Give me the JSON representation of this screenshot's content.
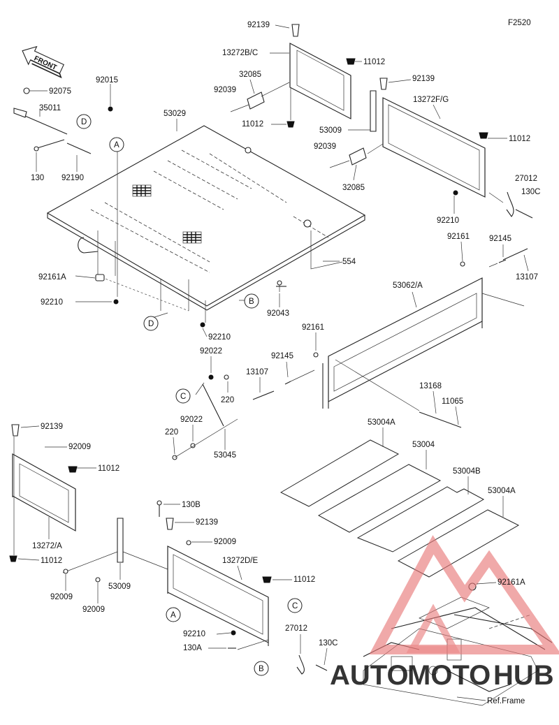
{
  "figure_code": "F2520",
  "front_label": "FRONT",
  "callouts": {
    "A": "A",
    "B": "B",
    "C": "C",
    "D": "D"
  },
  "labels": {
    "p92139_top": "92139",
    "p13272bc": "13272B/C",
    "p11012_top": "11012",
    "p32085_top": "32085",
    "p92039_top": "92039",
    "p11012_mid": "11012",
    "p92139_r": "92139",
    "p13272fg": "13272F/G",
    "p53009_top": "53009",
    "p11012_r": "11012",
    "p92039_r": "92039",
    "p32085_r": "32085",
    "p27012_top": "27012",
    "p130c_top": "130C",
    "p92210_r": "92210",
    "p92015": "92015",
    "p92075": "92075",
    "p35011": "35011",
    "p53029": "53029",
    "p130_left": "130",
    "p92190": "92190",
    "p92161a_left": "92161A",
    "p92210_left": "92210",
    "p554": "554",
    "p92043": "92043",
    "p92210_bottom": "92210",
    "p92161_a": "92161",
    "p92145_a": "92145",
    "p13107_a": "13107",
    "p53062a": "53062/A",
    "p92161_b": "92161",
    "p92145_b": "92145",
    "p13107_b": "13107",
    "p92022_a": "92022",
    "p220_a": "220",
    "p92022_b": "92022",
    "p220_b": "220",
    "p53045": "53045",
    "p13168": "13168",
    "p11065": "11065",
    "p53004a_1": "53004A",
    "p53004": "53004",
    "p53004b": "53004B",
    "p53004a_2": "53004A",
    "p92139_bl": "92139",
    "p92009_bl": "92009",
    "p11012_bl": "11012",
    "p13272a": "13272/A",
    "p11012_bl2": "11012",
    "p92009_bl2": "92009",
    "p92009_bl3": "92009",
    "p53009_bl": "53009",
    "p130b": "130B",
    "p92139_bm": "92139",
    "p92009_bm": "92009",
    "p13272de": "13272D/E",
    "p11012_bm": "11012",
    "p92210_bm": "92210",
    "p130a": "130A",
    "p27012_bm": "27012",
    "p130c_bm": "130C",
    "p92161a_bm": "92161A",
    "ref_frame": "Ref.Frame"
  },
  "watermark": {
    "part1": "AUTO",
    "part2": "MOTO",
    "part3": "HUB",
    "color_primary": "#f2a81f",
    "color_secondary": "#e23b3b",
    "color_tertiary": "#2b2b2b"
  }
}
